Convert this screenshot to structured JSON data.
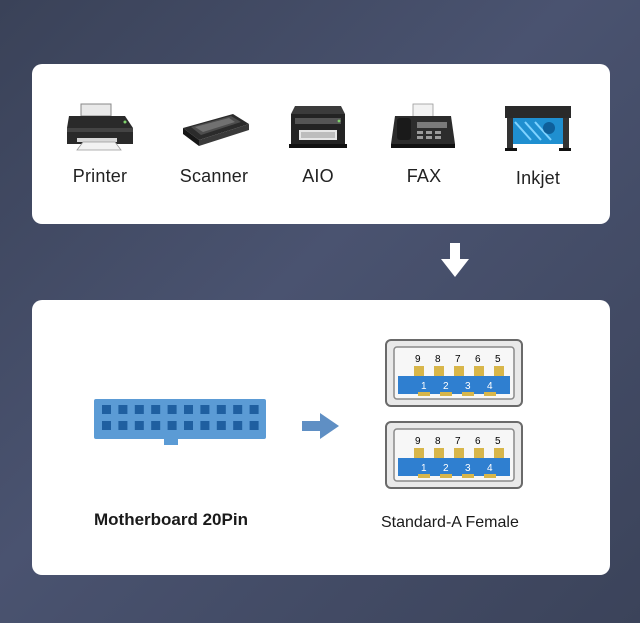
{
  "devices": [
    {
      "label": "Printer",
      "icon": "printer-icon"
    },
    {
      "label": "Scanner",
      "icon": "scanner-icon"
    },
    {
      "label": "AIO",
      "icon": "aio-printer-icon"
    },
    {
      "label": "FAX",
      "icon": "fax-icon"
    },
    {
      "label": "Inkjet",
      "icon": "inkjet-plotter-icon"
    }
  ],
  "motherboard": {
    "label": "Motherboard 20Pin",
    "color": "#5b9bd5"
  },
  "usb_port": {
    "label": "Standard-A Female",
    "top_pins": [
      "9",
      "8",
      "7",
      "6",
      "5"
    ],
    "bottom_pins": [
      "1",
      "2",
      "3",
      "4"
    ],
    "color": "#2f7fd0"
  },
  "colors": {
    "arrow": "#5f8fc4",
    "panel": "#ffffff"
  }
}
